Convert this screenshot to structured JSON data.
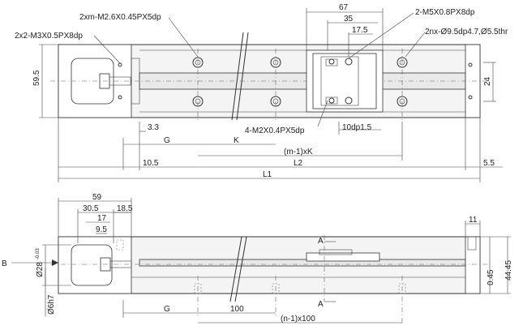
{
  "labels": {
    "top_2xm": "2xm-M2.6X0.45PX5dp",
    "top_2x2": "2x2-M3X0.5PX8dp",
    "top_67": "67",
    "top_35": "35",
    "top_175": "17.5",
    "top_2m5": "2-M5X0.8PX8dp",
    "top_2nx": "2nx-Ø9.5dp4.7,Ø5.5thr",
    "top_595": "59.5",
    "top_24": "24",
    "top_33": "3.3",
    "top_4m2": "4-M2X0.4PX5dp",
    "top_10dp": "10dp1.5",
    "top_G": "G",
    "top_K": "K",
    "top_mk": "(m-1)xK",
    "top_105": "10.5",
    "top_L2": "L2",
    "top_55": "5.5",
    "top_L1": "L1",
    "side_59": "59",
    "side_305": "30.5",
    "side_185": "18.5",
    "side_17": "17",
    "side_95": "9.5",
    "side_11": "11",
    "side_A_top": "A",
    "side_A_bot": "A",
    "side_B": "B",
    "side_28": "Ø28",
    "side_28_tol": "-0.03",
    "side_6h7": "Ø6h7",
    "side_045": "0.45",
    "side_4445": "44.45",
    "side_G": "G",
    "side_100": "100",
    "side_n100": "(n-1)x100"
  }
}
